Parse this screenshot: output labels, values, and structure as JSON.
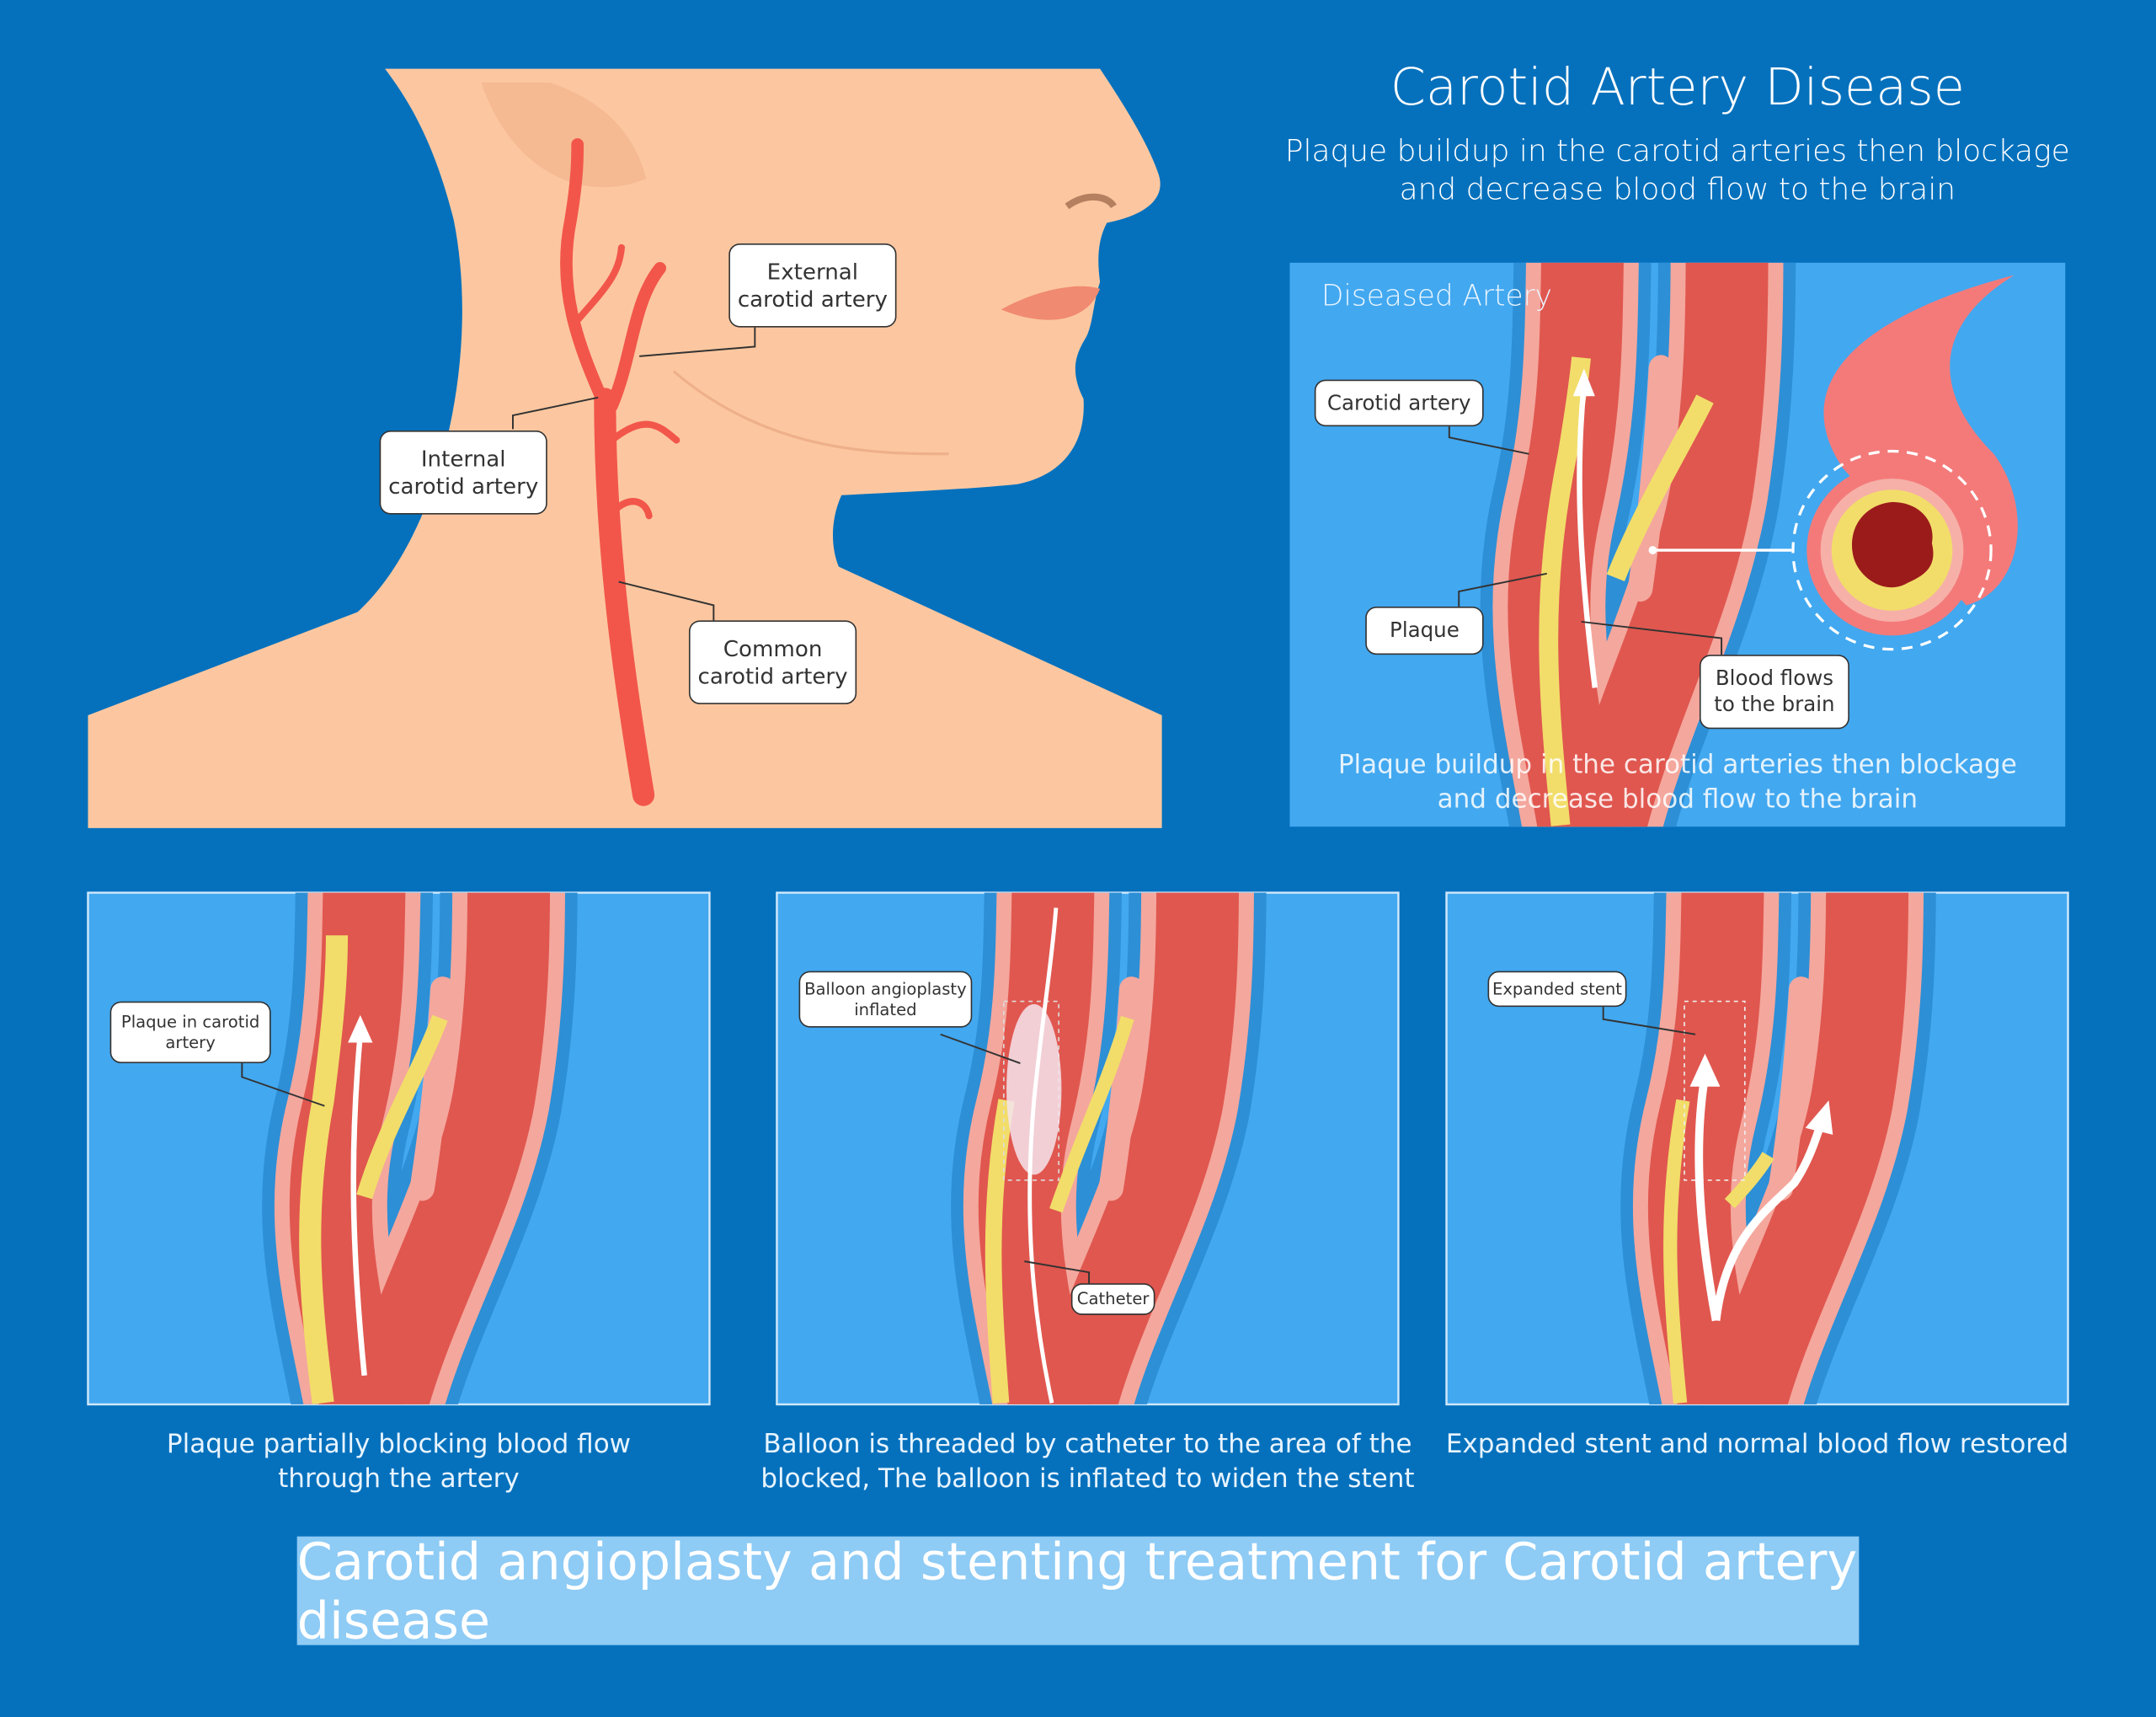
{
  "header": {
    "title": "Carotid Artery Disease",
    "subtitle_line1": "Plaque buildup in the carotid arteries then blockage",
    "subtitle_line2": "and decrease blood flow to the brain"
  },
  "head_diagram": {
    "labels": {
      "external": [
        "External",
        "carotid artery"
      ],
      "internal": [
        "Internal",
        "carotid artery"
      ],
      "common": [
        "Common",
        "carotid artery"
      ]
    }
  },
  "diseased_panel": {
    "title": "Diseased Artery",
    "labels": {
      "carotid": "Carotid artery",
      "plaque": "Plaque",
      "blood": [
        "Blood flows",
        "to the brain"
      ]
    },
    "caption_line1": "Plaque buildup in the carotid arteries then blockage",
    "caption_line2": "and decrease blood flow to the brain"
  },
  "steps": [
    {
      "labels": [
        "Plaque in carotid",
        "artery"
      ],
      "caption": [
        "Plaque partially blocking blood flow",
        "through the artery"
      ]
    },
    {
      "labels": [
        "Balloon angioplasty",
        "inflated"
      ],
      "extra_label": "Catheter",
      "caption": [
        "Balloon is threaded by catheter to the area of the",
        "blocked, The balloon is inflated to widen the stent"
      ]
    },
    {
      "labels": [
        "Expanded stent"
      ],
      "caption": [
        "Expanded stent and normal blood flow restored"
      ]
    }
  ],
  "banner": "Carotid angioplasty and stenting treatment for Carotid artery disease",
  "colors": {
    "background": "#0571bd",
    "panel": "#42a8f0",
    "skin": "#fcc7a0",
    "artery": "#e0574f",
    "plaque": "#f2dd6a"
  }
}
